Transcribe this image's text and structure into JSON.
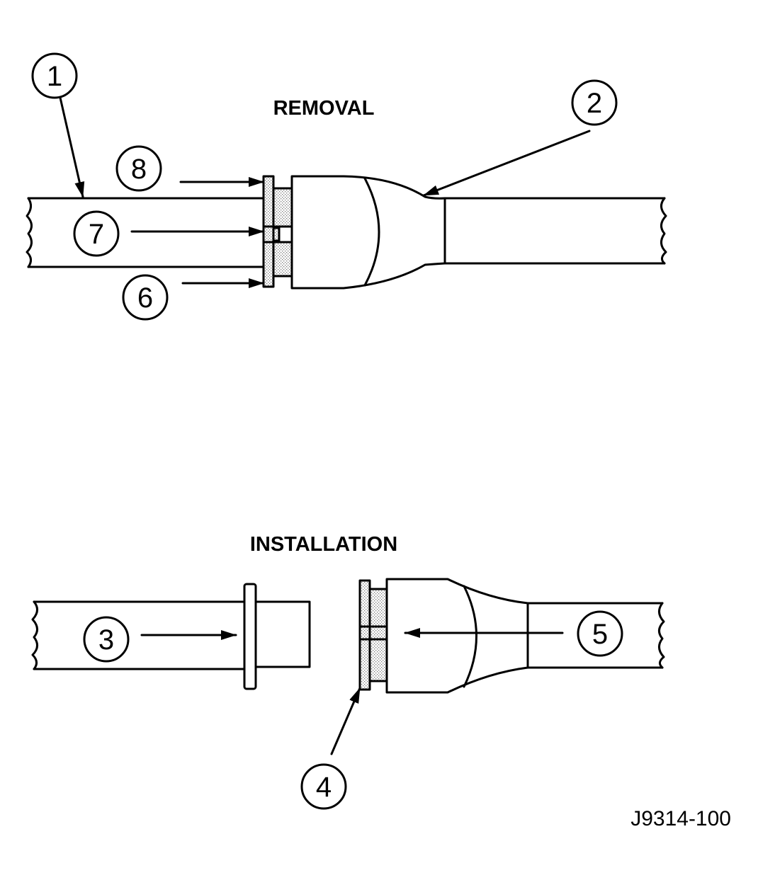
{
  "section_titles": {
    "removal": "REMOVAL",
    "installation": "INSTALLATION"
  },
  "callouts": [
    "1",
    "2",
    "3",
    "4",
    "5",
    "6",
    "7",
    "8"
  ],
  "figure_id": "J9314-100",
  "colors": {
    "line": "#000000",
    "fill": "#ffffff",
    "shading": "#d4d4d4"
  }
}
